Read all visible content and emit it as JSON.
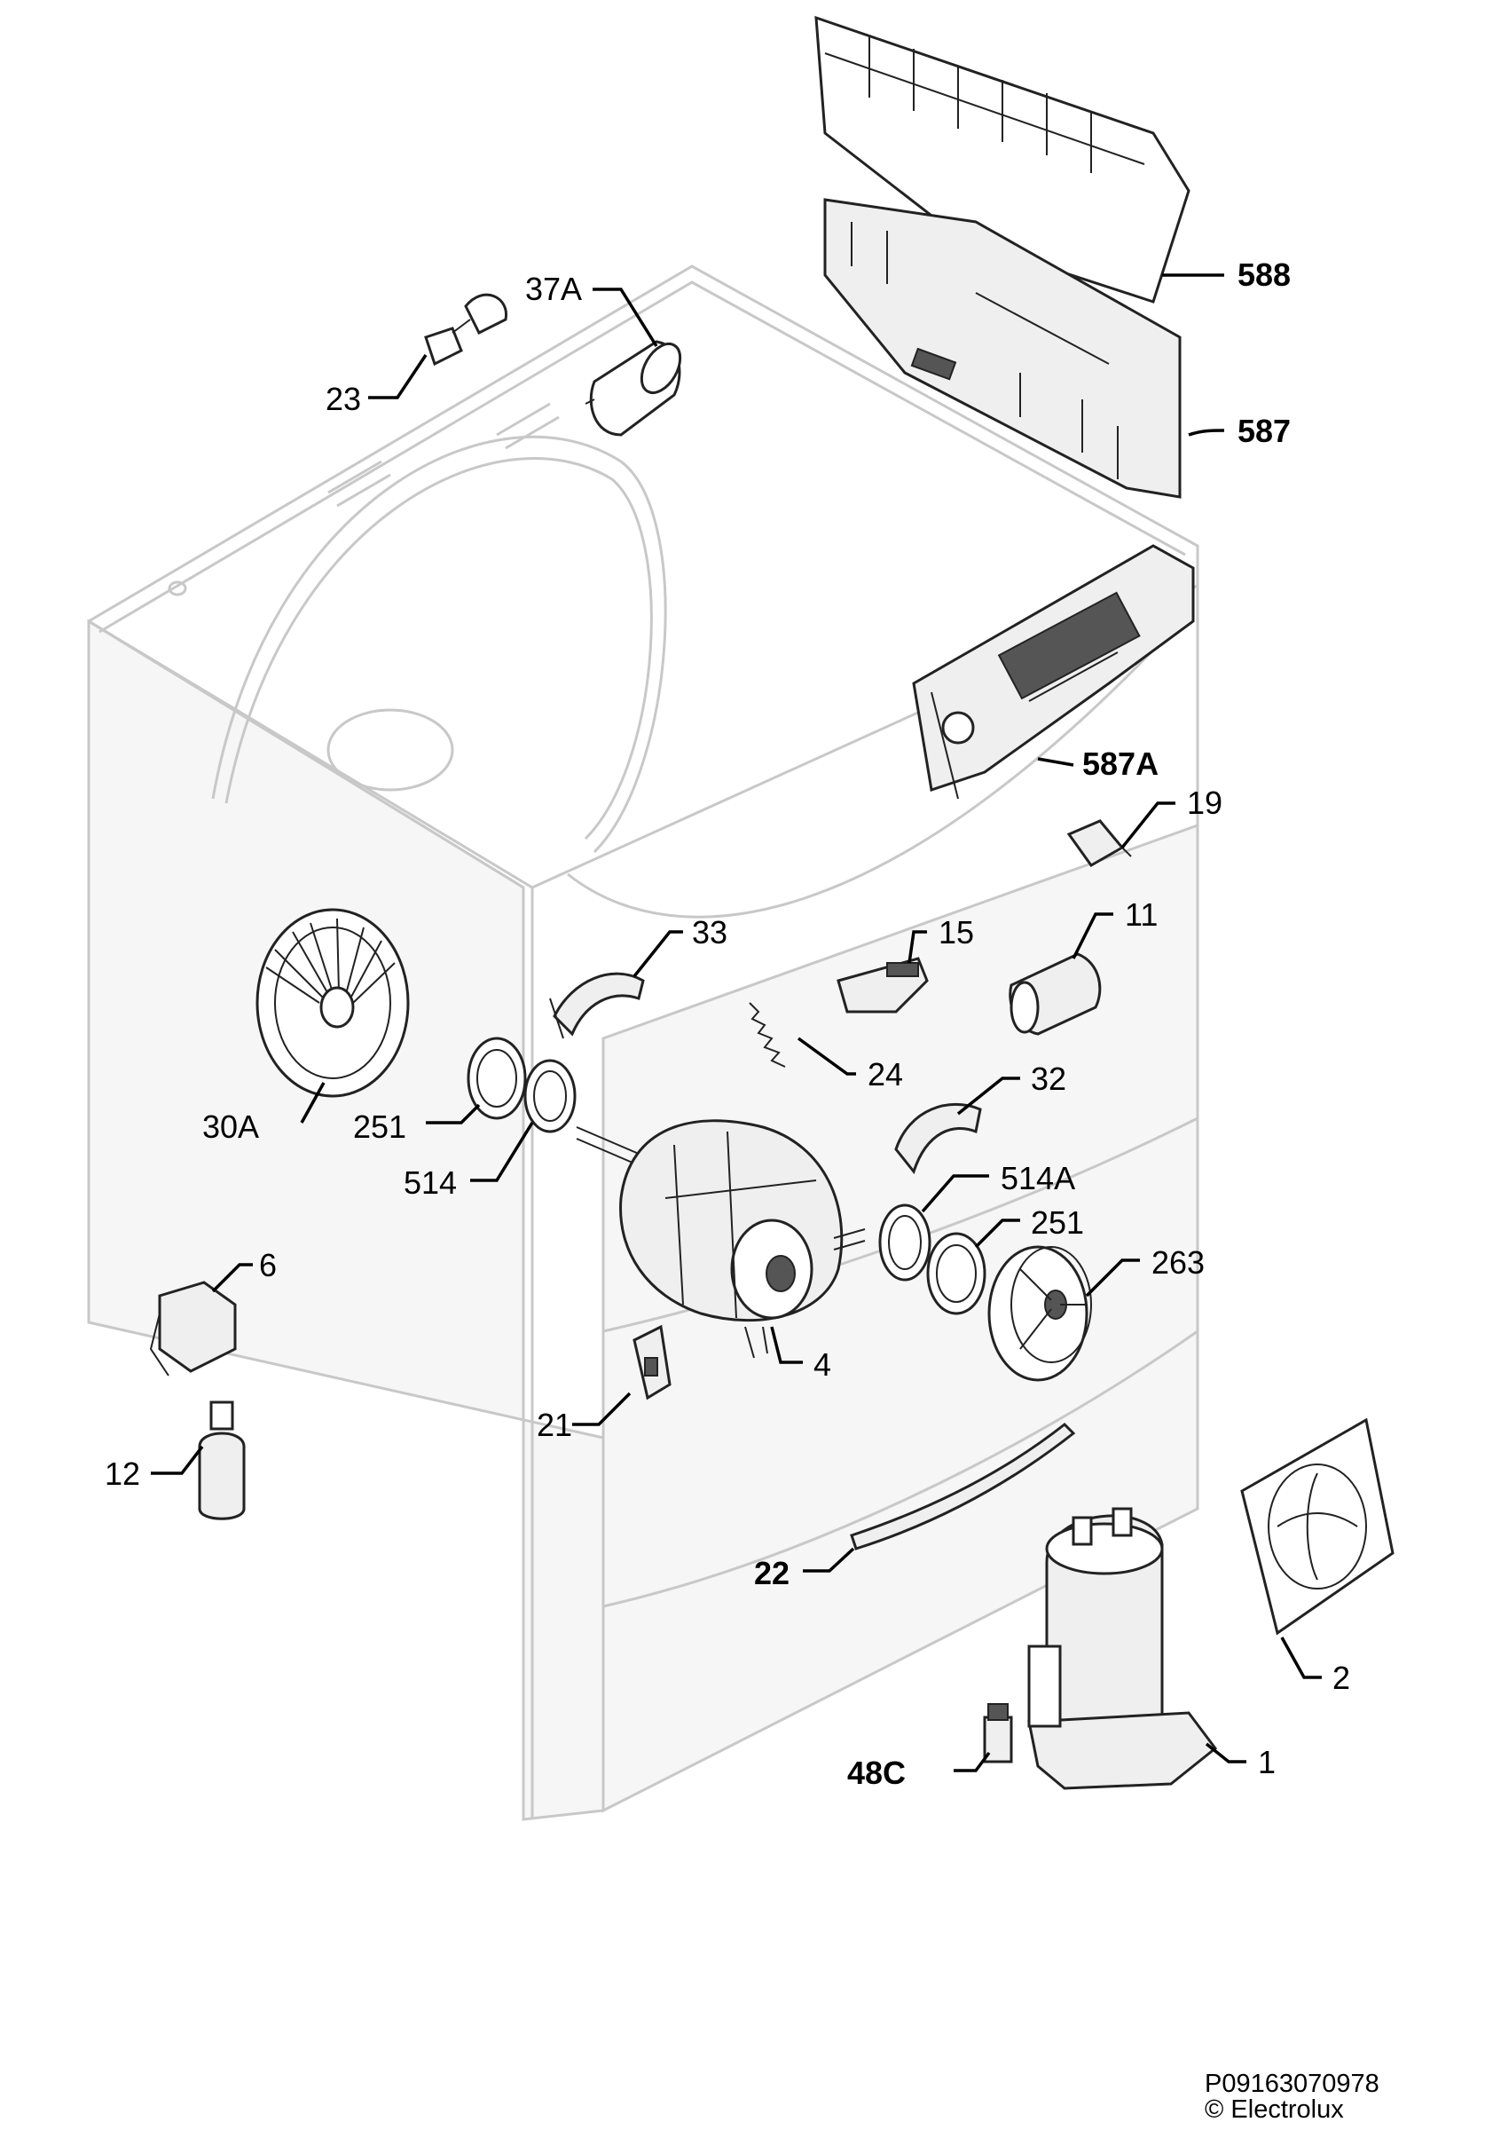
{
  "parts": [
    {
      "id": "p588",
      "label": "588",
      "bold": true
    },
    {
      "id": "p587",
      "label": "587",
      "bold": true
    },
    {
      "id": "p37a",
      "label": "37A",
      "bold": false
    },
    {
      "id": "p23",
      "label": "23",
      "bold": false
    },
    {
      "id": "p587a",
      "label": "587A",
      "bold": true
    },
    {
      "id": "p19",
      "label": "19",
      "bold": false
    },
    {
      "id": "p33",
      "label": "33",
      "bold": false
    },
    {
      "id": "p15",
      "label": "15",
      "bold": false
    },
    {
      "id": "p11",
      "label": "11",
      "bold": false
    },
    {
      "id": "p24",
      "label": "24",
      "bold": false
    },
    {
      "id": "p32",
      "label": "32",
      "bold": false
    },
    {
      "id": "p30a",
      "label": "30A",
      "bold": false
    },
    {
      "id": "p251a",
      "label": "251",
      "bold": false
    },
    {
      "id": "p514",
      "label": "514",
      "bold": false
    },
    {
      "id": "p514a",
      "label": "514A",
      "bold": false
    },
    {
      "id": "p251b",
      "label": "251",
      "bold": false
    },
    {
      "id": "p263",
      "label": "263",
      "bold": false
    },
    {
      "id": "p6",
      "label": "6",
      "bold": false
    },
    {
      "id": "p4",
      "label": "4",
      "bold": false
    },
    {
      "id": "p21",
      "label": "21",
      "bold": false
    },
    {
      "id": "p12",
      "label": "12",
      "bold": false
    },
    {
      "id": "p22",
      "label": "22",
      "bold": true
    },
    {
      "id": "p2",
      "label": "2",
      "bold": false
    },
    {
      "id": "p48c",
      "label": "48C",
      "bold": true
    },
    {
      "id": "p1",
      "label": "1",
      "bold": false
    }
  ],
  "footer": {
    "code": "P09163070978",
    "copyright": "© Electrolux"
  }
}
